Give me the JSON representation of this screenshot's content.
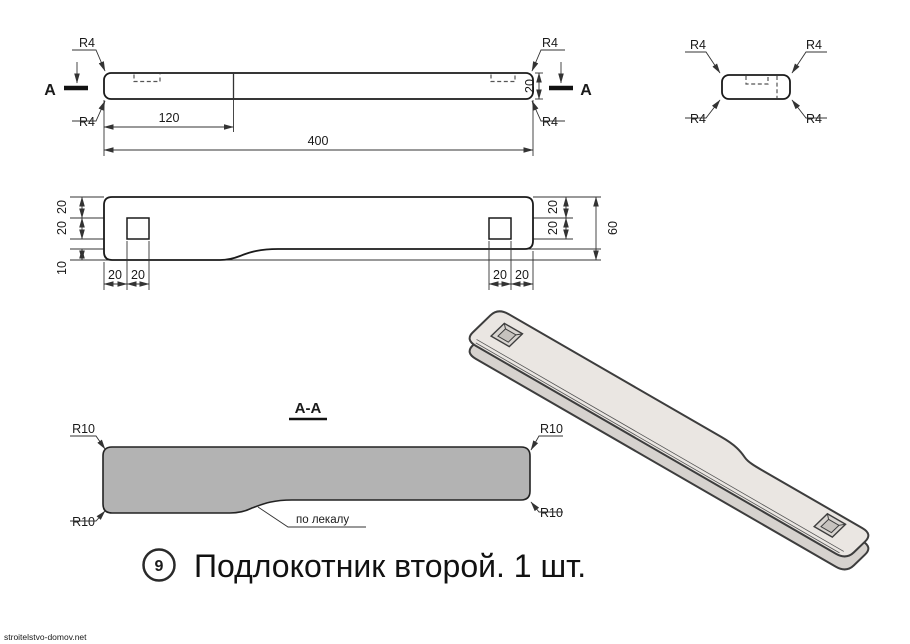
{
  "caption": {
    "number": "9",
    "title": "Подлокотник второй. 1 шт."
  },
  "watermark": "stroitelstvo-domov.net",
  "cut": {
    "label_left": "A",
    "label_right": "A"
  },
  "top_view": {
    "length": "400",
    "hole_offset": "120",
    "thickness": "20",
    "r_labels": [
      "R4",
      "R4",
      "R4",
      "R4"
    ]
  },
  "end_view": {
    "r_labels": [
      "R4",
      "R4",
      "R4",
      "R4"
    ]
  },
  "front_view": {
    "left_dims": [
      "20",
      "20",
      "10"
    ],
    "right_dims": [
      "20",
      "20"
    ],
    "overall_height": "60",
    "bottom_dims_left": [
      "20",
      "20"
    ],
    "bottom_dims_right": [
      "20",
      "20"
    ]
  },
  "section": {
    "title": "A-A",
    "note": "по лекалу",
    "r_labels": [
      "R10",
      "R10",
      "R10",
      "R10"
    ]
  },
  "colors": {
    "section_fill": "#b3b3b3",
    "iso_top": "#eae6e2",
    "iso_side": "#d6d2ce",
    "hole_wall": "#d8d4d0",
    "hole_bottom": "#c6c2be",
    "watermark": "#6f6e2c"
  }
}
